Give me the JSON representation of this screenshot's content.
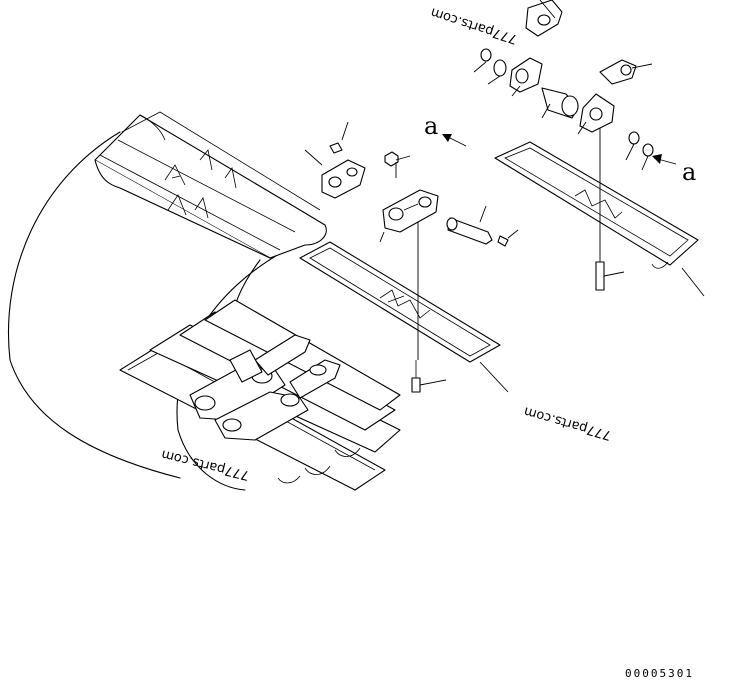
{
  "diagram": {
    "watermarks": [
      "777parts.com",
      "777parts.com",
      "777parts.com"
    ],
    "view_callouts": [
      "a",
      "a"
    ],
    "drawing_code": "00005301"
  }
}
